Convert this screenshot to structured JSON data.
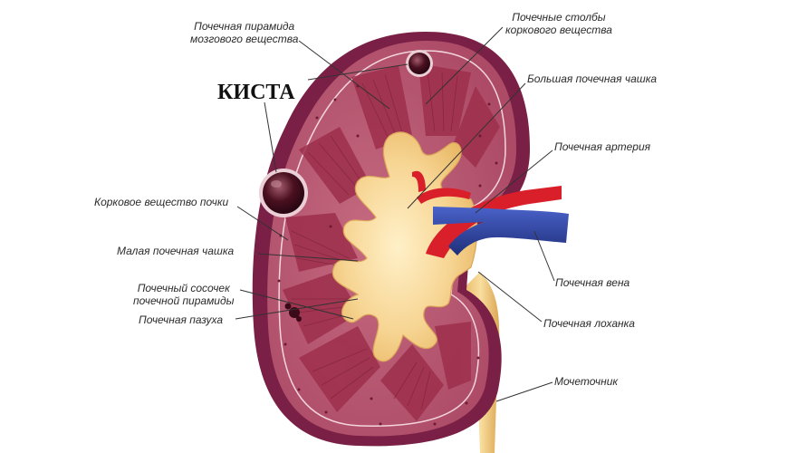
{
  "title": "КИСТА",
  "labels": {
    "pyramid": [
      "Почечная пирамида",
      "мозгового вещества"
    ],
    "columns": [
      "Почечные столбы",
      "коркового вещества"
    ],
    "major_calyx": "Большая почечная чашка",
    "artery": "Почечная артерия",
    "cortex": "Корковое вещество почки",
    "minor_calyx": "Малая почечная чашка",
    "papilla": [
      "Почечный сосочек",
      "почечной пирамиды"
    ],
    "sinus": "Почечная пазуха",
    "vein": "Почечная вена",
    "pelvis": "Почечная лоханка",
    "ureter": "Мочеточник"
  },
  "colors": {
    "capsule": "#7a1f45",
    "cortex": "#b95770",
    "medulla": "#a1344f",
    "pelvis": "#f1c77a",
    "artery": "#d9202a",
    "vein": "#2a3f9a",
    "cyst": "#4a1020"
  }
}
